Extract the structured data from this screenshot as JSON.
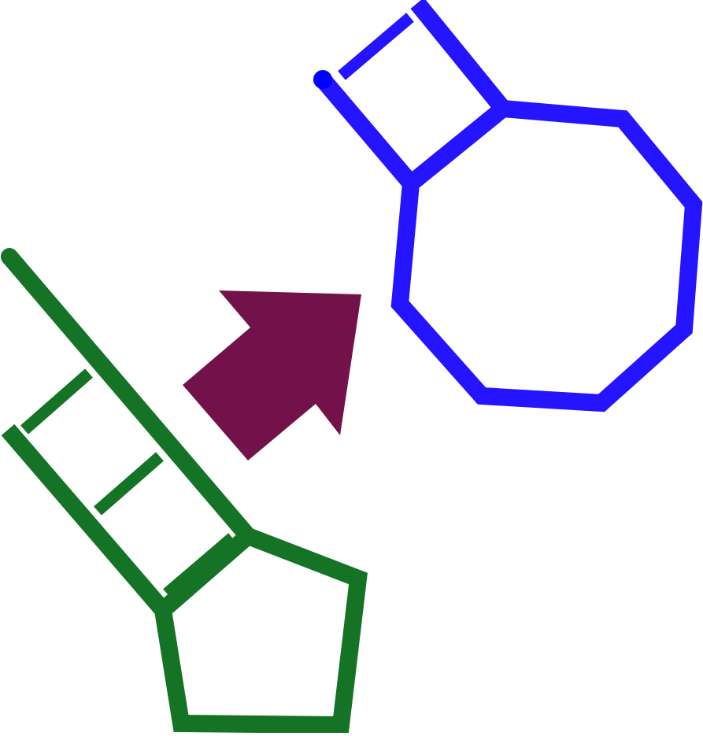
{
  "diagram": {
    "colors": {
      "background": "#ffffff",
      "product": "#2414ff",
      "reactant": "#147324",
      "arrow": "#72114a"
    },
    "product": {
      "ring": "cyclooctane-ring",
      "side_structure": "two-rung-ladder"
    },
    "reactant": {
      "ring": "cyclopentane-ring",
      "side_structure": "three-rung-ladder"
    },
    "arrow": {
      "direction": "up-right"
    }
  }
}
